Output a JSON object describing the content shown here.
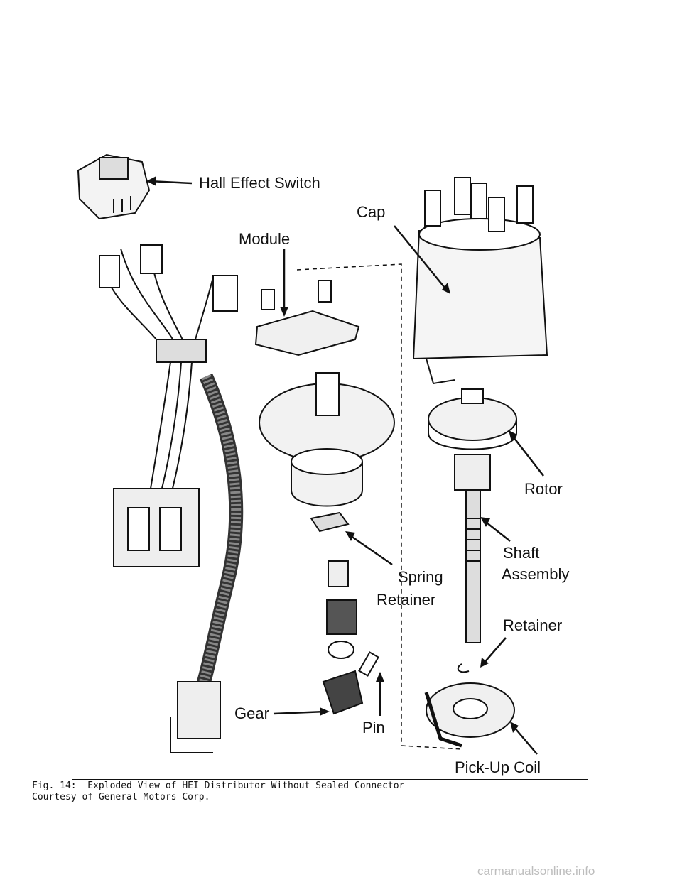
{
  "labels": {
    "hall_effect_switch": "Hall Effect Switch",
    "cap": "Cap",
    "module": "Module",
    "rotor": "Rotor",
    "shaft": "Shaft",
    "assembly": "Assembly",
    "spring": "Spring",
    "retainer_left": "Retainer",
    "retainer_right": "Retainer",
    "gear": "Gear",
    "pin": "Pin",
    "pickup_coil": "Pick-Up Coil"
  },
  "caption": {
    "line1": "Fig. 14:  Exploded View of HEI Distributor Without Sealed Connector",
    "line2": "Courtesy of General Motors Corp."
  },
  "watermark": "carmanualsonline.info"
}
